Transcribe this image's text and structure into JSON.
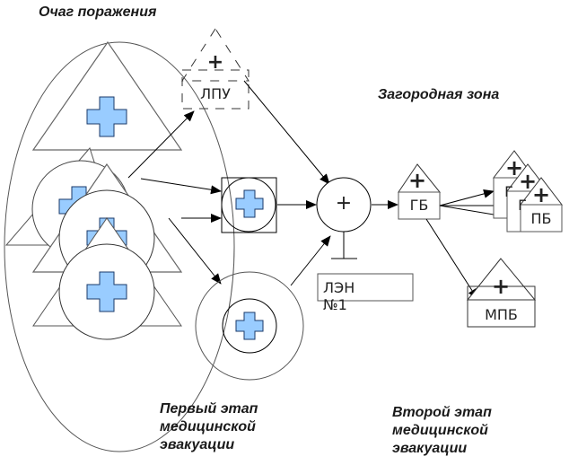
{
  "diagram": {
    "colors": {
      "cross_fill": "#99ccff",
      "line": "#000000",
      "text": "#1a1a1a"
    },
    "zone_labels": {
      "lesion_focus": "Очаг поражения",
      "suburban_zone": "Загородная зона",
      "first_stage": "Первый этап\nмедицинской\nэвакуации",
      "second_stage": "Второй этап\nмедицинской\nэвакуации"
    },
    "nodes": {
      "lpu": {
        "label": "ЛПУ",
        "icon": "plus"
      },
      "len": {
        "label": "ЛЭН №1",
        "icon": "plus"
      },
      "gb": {
        "label": "ГБ",
        "icon": "plus"
      },
      "pb_back1": {
        "label": "Г",
        "icon": "plus"
      },
      "pb_back2": {
        "label": "Г",
        "icon": "plus"
      },
      "pb": {
        "label": "ПБ",
        "icon": "plus"
      },
      "mpb": {
        "label": "МПБ",
        "icon": "plus"
      }
    },
    "plus_symbol": "+"
  }
}
